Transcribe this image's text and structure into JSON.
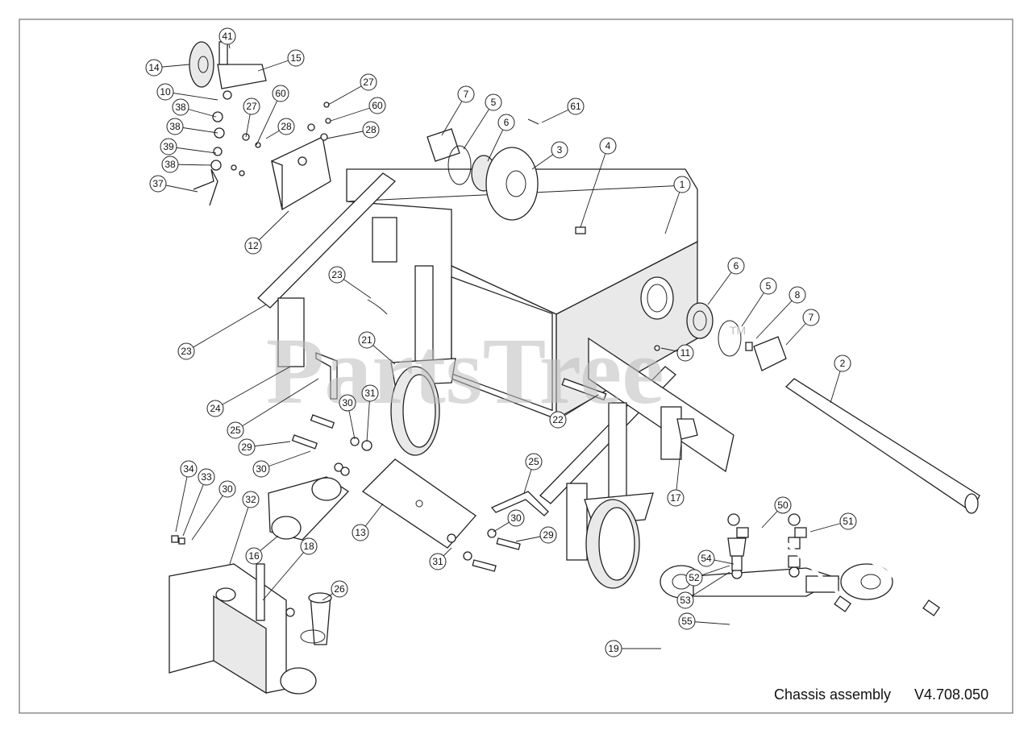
{
  "watermark": {
    "text": "PartsTree",
    "trademark": "TM"
  },
  "caption": {
    "title": "Chassis assembly",
    "code": "V4.708.050"
  },
  "callouts": [
    {
      "label": "41"
    },
    {
      "label": "14"
    },
    {
      "label": "15"
    },
    {
      "label": "10"
    },
    {
      "label": "38"
    },
    {
      "label": "27"
    },
    {
      "label": "60"
    },
    {
      "label": "27"
    },
    {
      "label": "60"
    },
    {
      "label": "38"
    },
    {
      "label": "28"
    },
    {
      "label": "28"
    },
    {
      "label": "39"
    },
    {
      "label": "38"
    },
    {
      "label": "37"
    },
    {
      "label": "12"
    },
    {
      "label": "7"
    },
    {
      "label": "5"
    },
    {
      "label": "6"
    },
    {
      "label": "61"
    },
    {
      "label": "3"
    },
    {
      "label": "4"
    },
    {
      "label": "1"
    },
    {
      "label": "23"
    },
    {
      "label": "6"
    },
    {
      "label": "5"
    },
    {
      "label": "8"
    },
    {
      "label": "7"
    },
    {
      "label": "23"
    },
    {
      "label": "21"
    },
    {
      "label": "11"
    },
    {
      "label": "2"
    },
    {
      "label": "24"
    },
    {
      "label": "25"
    },
    {
      "label": "30"
    },
    {
      "label": "31"
    },
    {
      "label": "22"
    },
    {
      "label": "29"
    },
    {
      "label": "30"
    },
    {
      "label": "25"
    },
    {
      "label": "34"
    },
    {
      "label": "33"
    },
    {
      "label": "30"
    },
    {
      "label": "32"
    },
    {
      "label": "17"
    },
    {
      "label": "50"
    },
    {
      "label": "51"
    },
    {
      "label": "13"
    },
    {
      "label": "30"
    },
    {
      "label": "29"
    },
    {
      "label": "16"
    },
    {
      "label": "18"
    },
    {
      "label": "31"
    },
    {
      "label": "54"
    },
    {
      "label": "52"
    },
    {
      "label": "26"
    },
    {
      "label": "53"
    },
    {
      "label": "55"
    },
    {
      "label": "19"
    }
  ]
}
